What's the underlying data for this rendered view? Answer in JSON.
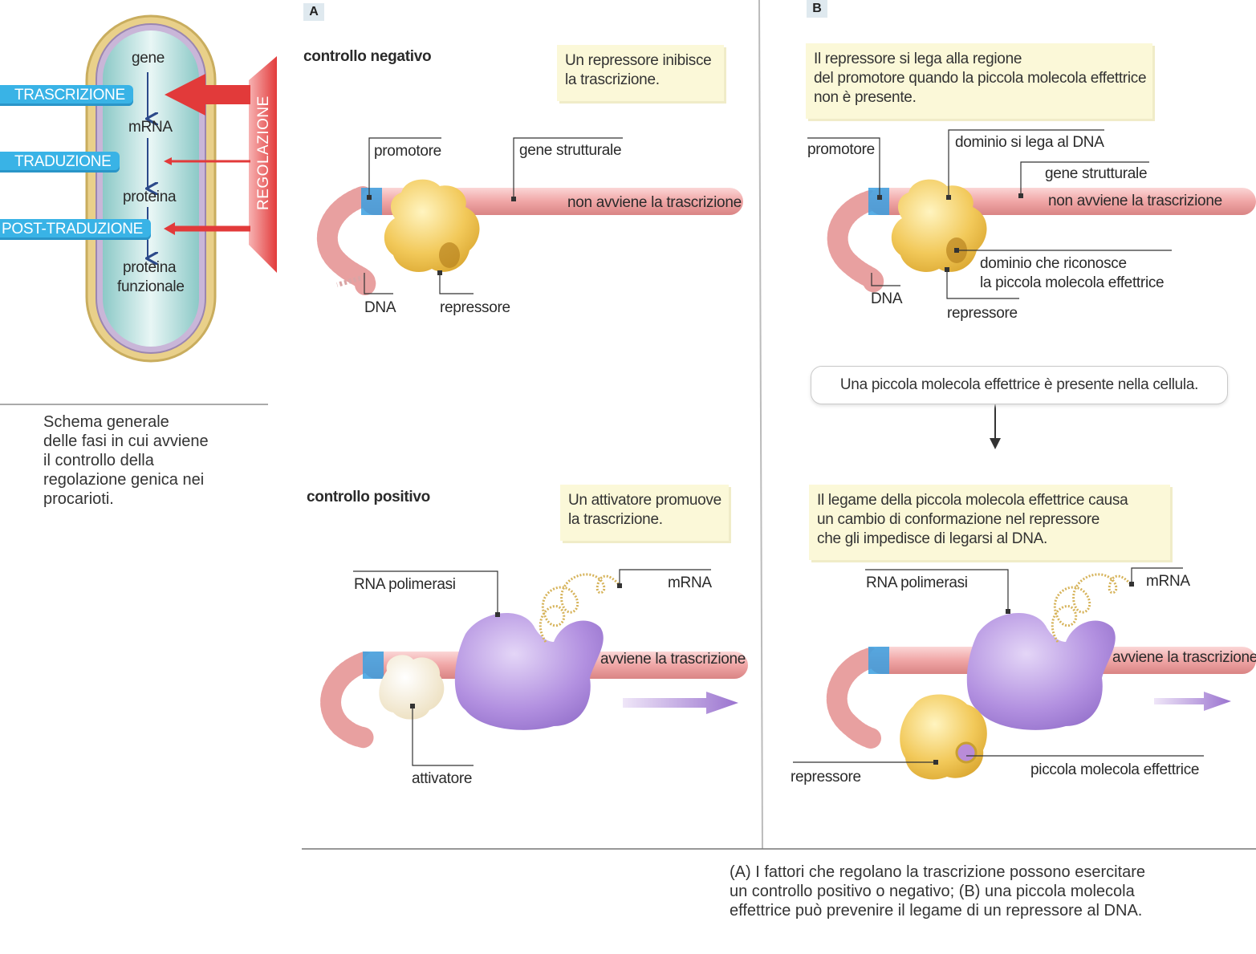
{
  "left": {
    "stages": [
      "TRASCRIZIONE",
      "TRADUZIONE",
      "POST-TRADUZIONE"
    ],
    "flow": [
      "gene",
      "mRNA",
      "proteina",
      "proteina",
      "funzionale"
    ],
    "regulation": "REGOLAZIONE",
    "caption": [
      "Schema generale",
      "delle fasi in cui avviene",
      "il controllo della",
      "regolazione genica nei",
      "procarioti."
    ]
  },
  "panelA": {
    "letter": "A",
    "negative": {
      "title": "controllo negativo",
      "note": [
        "Un repressore inibisce",
        "la trascrizione."
      ],
      "promoter": "promotore",
      "gene": "gene strutturale",
      "result": "non avviene la trascrizione",
      "dna": "DNA",
      "repressor": "repressore"
    },
    "positive": {
      "title": "controllo positivo",
      "note": [
        "Un attivatore promuove",
        "la trascrizione."
      ],
      "polymerase": "RNA polimerasi",
      "mrna": "mRNA",
      "result": "avviene la trascrizione",
      "activator": "attivatore"
    }
  },
  "panelB": {
    "letter": "B",
    "top": {
      "note": [
        "Il repressore si lega alla regione",
        "del promotore quando la piccola molecola effettrice",
        "non è presente."
      ],
      "promoter": "promotore",
      "dnaDomain": "dominio si lega al DNA",
      "gene": "gene strutturale",
      "result": "non avviene la trascrizione",
      "effectorDomain": [
        "dominio che riconosce",
        "la piccola molecola effettrice"
      ],
      "dna": "DNA",
      "repressor": "repressore"
    },
    "pill": "Una piccola molecola effettrice è presente nella cellula.",
    "bottom": {
      "note": [
        "Il legame della piccola molecola effettrice causa",
        "un cambio di conformazione nel repressore",
        "che gli impedisce di legarsi al DNA."
      ],
      "polymerase": "RNA polimerasi",
      "mrna": "mRNA",
      "result": "avviene la trascrizione",
      "repressor": "repressore",
      "effector": "piccola molecola effettrice"
    }
  },
  "caption": [
    "(A) I fattori che regolano la trascrizione possono esercitare",
    "un controllo positivo o negativo; (B) una piccola molecola",
    "effettrice può prevenire il legame di un repressore al DNA."
  ],
  "colors": {
    "dna": "#f0a6a6",
    "promoter": "#3a9fe0",
    "repressor": "#f2c95a",
    "polymerase": "#b290e0",
    "activator": "#f7ecd0",
    "stageTab": "#39b3e6",
    "regArrow": "#e23a3a",
    "note": "#fbf8d8"
  }
}
